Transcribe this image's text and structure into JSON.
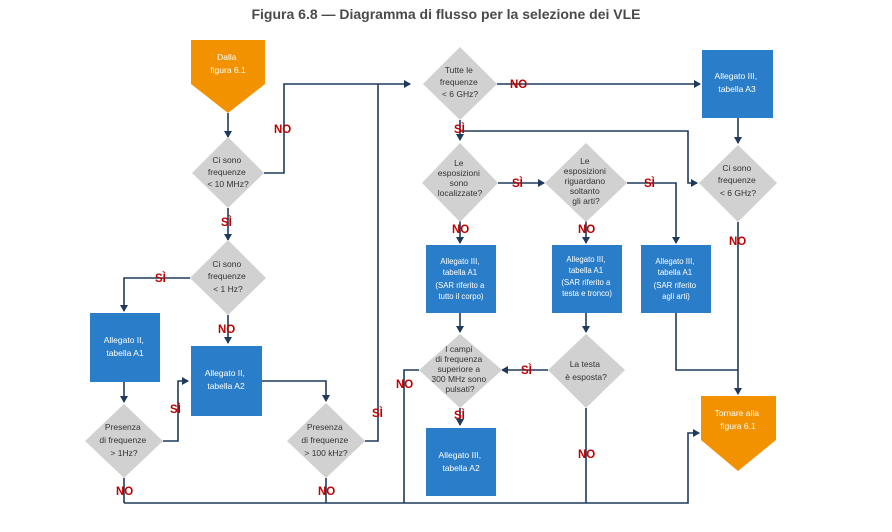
{
  "figure": {
    "title": "Figura 6.8 — Diagramma di flusso per la selezione dei VLE"
  },
  "colors": {
    "box": "#2a7dc9",
    "diamond": "#d1d1d1",
    "terminal": "#f39200",
    "line": "#1f3a5c",
    "label": "#c00000"
  },
  "nodes": {
    "start": {
      "lines": [
        "Dalla",
        "figura 6.1"
      ]
    },
    "d1": {
      "lines": [
        "Ci sono",
        "frequenze",
        "< 10 MHz?"
      ]
    },
    "d2": {
      "lines": [
        "Ci sono",
        "frequenze",
        "< 1 Hz?"
      ]
    },
    "b1": {
      "lines": [
        "Allegato II,",
        "tabella A1"
      ]
    },
    "b2": {
      "lines": [
        "Allegato II,",
        "tabella A2"
      ]
    },
    "d3": {
      "lines": [
        "Presenza",
        "di frequenze",
        "> 1Hz?"
      ]
    },
    "d4": {
      "lines": [
        "Presenza",
        "di frequenze",
        "> 100 kHz?"
      ]
    },
    "d5": {
      "lines": [
        "Tutte le",
        "frequenze",
        "< 6 GHz?"
      ]
    },
    "d6": {
      "lines": [
        "Le",
        "esposizioni",
        "sono",
        "localizzate?"
      ]
    },
    "d7": {
      "lines": [
        "Le",
        "esposizioni",
        "riguardano",
        "soltanto",
        "gli arti?"
      ]
    },
    "b3": {
      "lines": [
        "Allegato III,",
        "tabella A1",
        "(SAR riferito a",
        "tutto il corpo)"
      ]
    },
    "b4": {
      "lines": [
        "Allegato III,",
        "tabella A1",
        "(SAR riferito a",
        "testa e tronco)"
      ]
    },
    "b5": {
      "lines": [
        "Allegato III,",
        "tabella A1",
        "(SAR riferito",
        "agli arti)"
      ]
    },
    "d8": {
      "lines": [
        "I campi",
        "di frequenza",
        "superiore a",
        "300 MHz sono",
        "pulsati?"
      ]
    },
    "d9": {
      "lines": [
        "La testa",
        "è esposta?"
      ]
    },
    "b6": {
      "lines": [
        "Allegato III,",
        "tabella A2"
      ]
    },
    "b7": {
      "lines": [
        "Allegato III,",
        "tabella A3"
      ]
    },
    "d10": {
      "lines": [
        "Ci sono",
        "frequenze",
        "< 6 GHz?"
      ]
    },
    "end": {
      "lines": [
        "Tornare alla",
        "figura 6.1"
      ]
    }
  },
  "labels": {
    "yes": "SÌ",
    "no": "NO"
  }
}
